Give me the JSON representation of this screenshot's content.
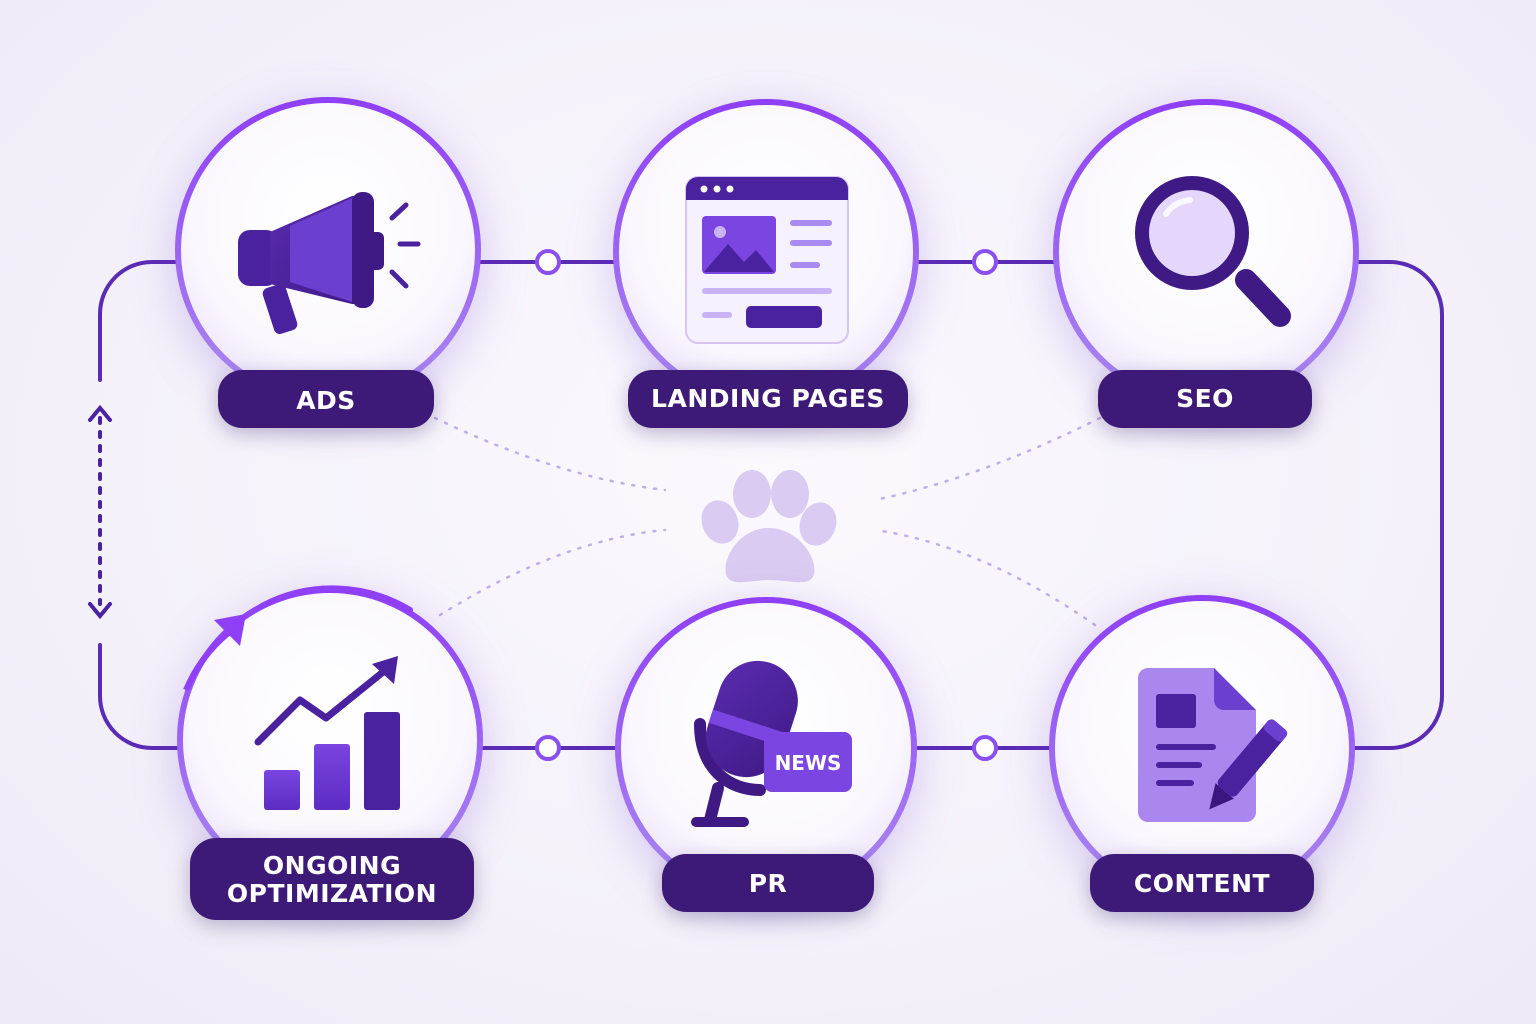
{
  "nodes": [
    {
      "id": "ads",
      "label_lines": [
        "ADS"
      ],
      "icon": "megaphone-icon"
    },
    {
      "id": "landing",
      "label_lines": [
        "LANDING PAGES"
      ],
      "icon": "webpage-icon"
    },
    {
      "id": "seo",
      "label_lines": [
        "SEO"
      ],
      "icon": "magnifier-icon"
    },
    {
      "id": "optimization",
      "label_lines": [
        "ONGOING",
        "OPTIMIZATION"
      ],
      "icon": "growth-chart-icon"
    },
    {
      "id": "pr",
      "label_lines": [
        "PR"
      ],
      "icon": "microphone-news-icon",
      "badge": "NEWS"
    },
    {
      "id": "content",
      "label_lines": [
        "CONTENT"
      ],
      "icon": "document-pencil-icon"
    }
  ],
  "center_icon": "paw-icon",
  "colors": {
    "primary_dark": "#3d1a78",
    "accent": "#7b3fe4",
    "ring": "#8a4ff0",
    "light": "#c9b3f5",
    "paw": "#d9cbf1",
    "background": "#f4f1fa"
  }
}
